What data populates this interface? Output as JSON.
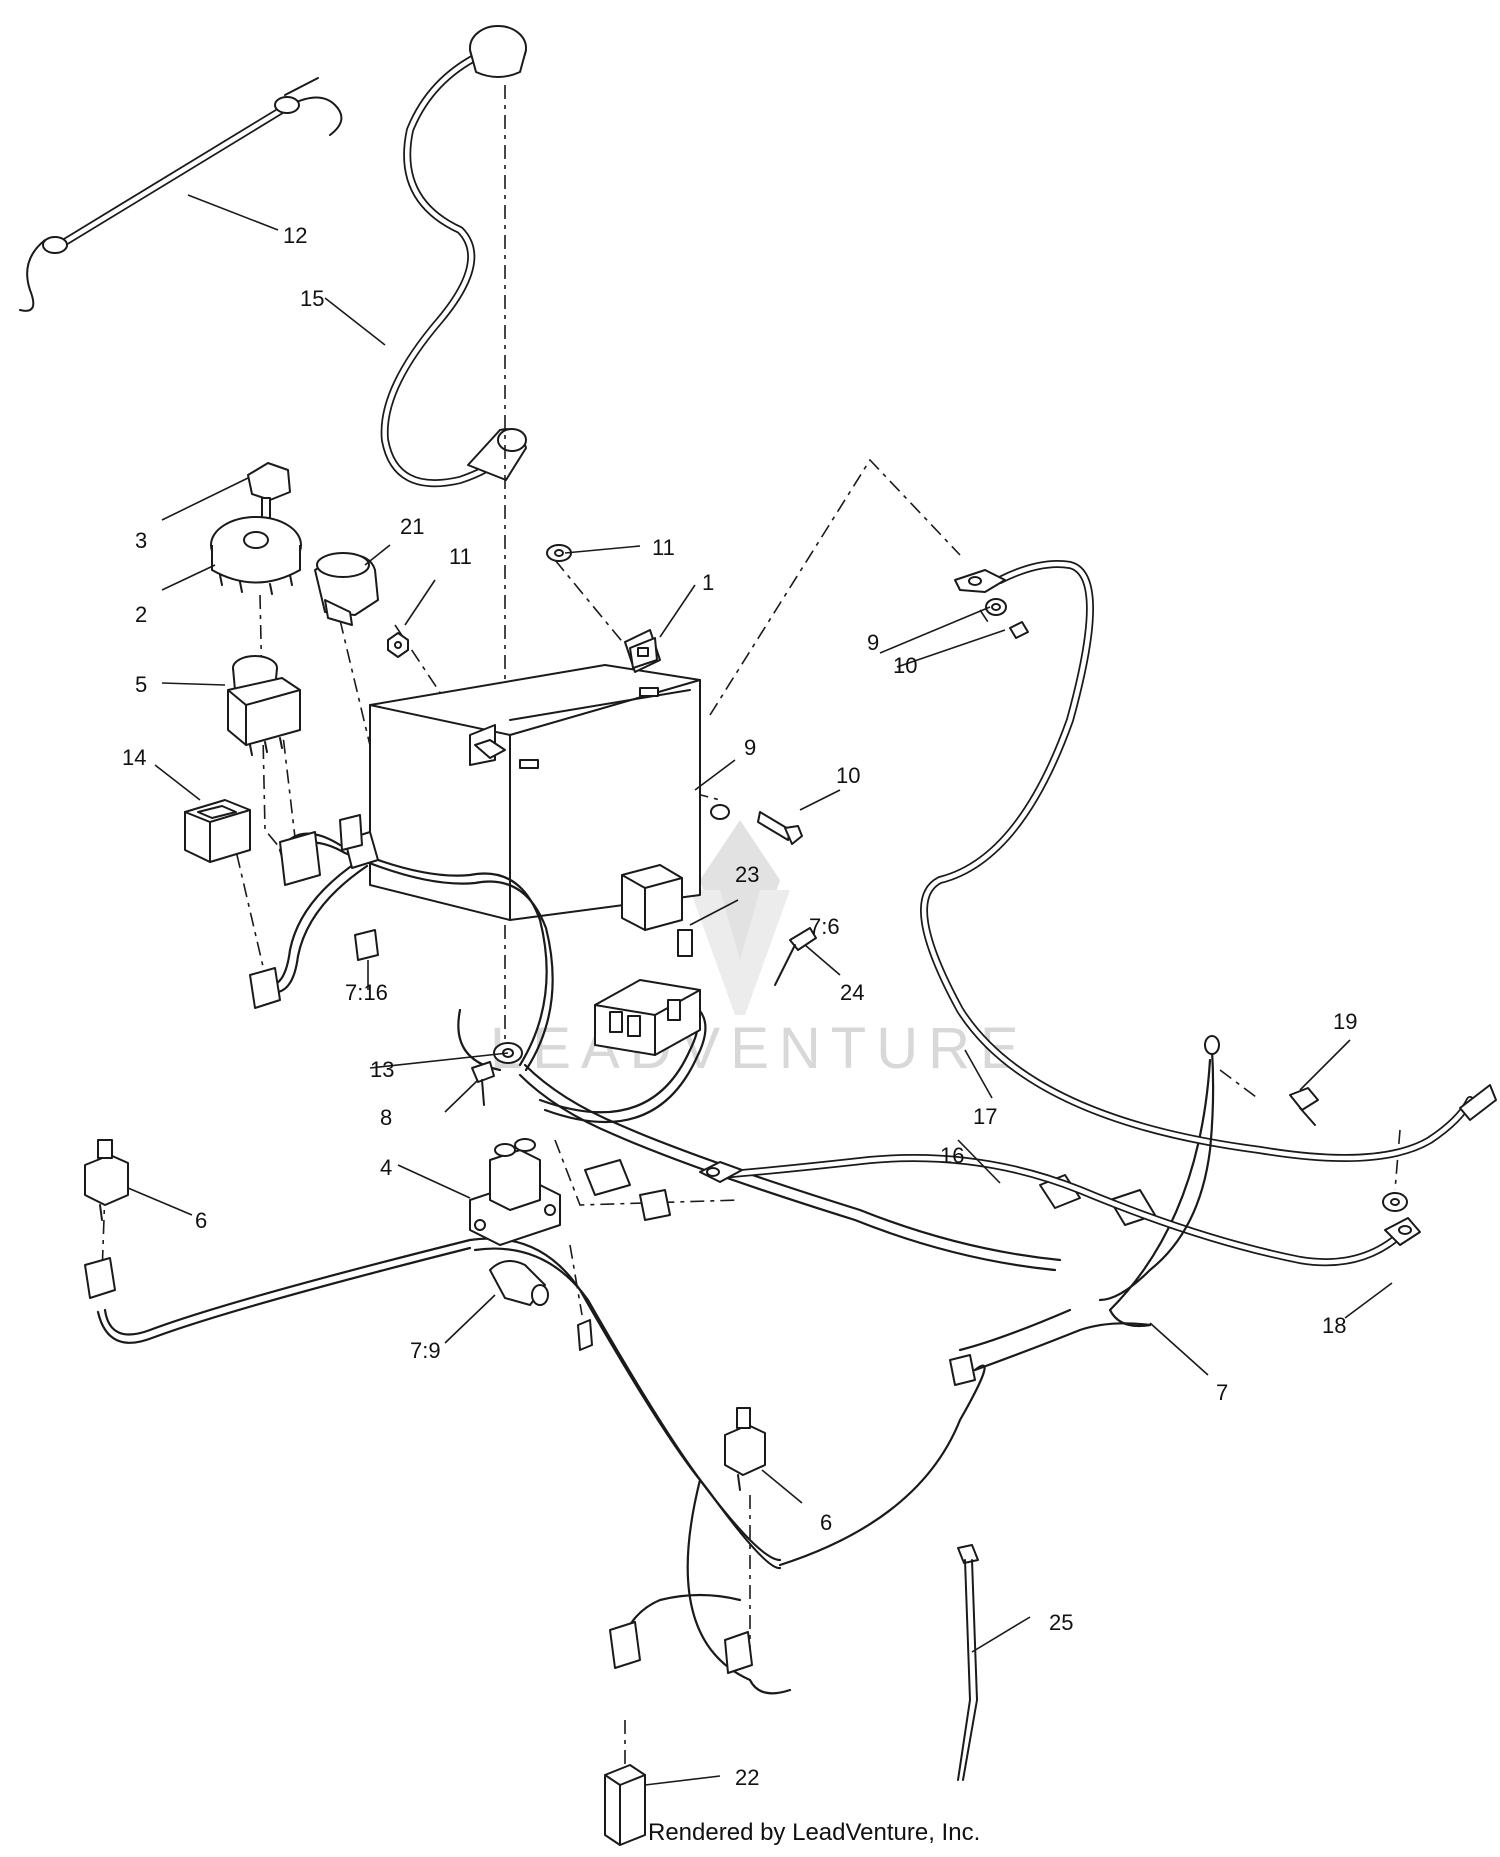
{
  "callouts": {
    "c1": "1",
    "c2": "2",
    "c3": "3",
    "c4": "4",
    "c5": "5",
    "c6a": "6",
    "c6b": "6",
    "c7": "7",
    "c7_6": "7:6",
    "c7_9": "7:9",
    "c7_16": "7:16",
    "c8": "8",
    "c9a": "9",
    "c9b": "9",
    "c10a": "10",
    "c10b": "10",
    "c11a": "11",
    "c11b": "11",
    "c12": "12",
    "c13": "13",
    "c14": "14",
    "c15": "15",
    "c16": "16",
    "c17": "17",
    "c18": "18",
    "c19": "19",
    "c21": "21",
    "c22": "22",
    "c23": "23",
    "c24": "24",
    "c25": "25"
  },
  "watermark": "LEADVENTURE",
  "credit": "Rendered by LeadVenture, Inc.",
  "colors": {
    "ink": "#1a1a1a",
    "watermark": "#d8d8d8",
    "background": "#ffffff"
  }
}
